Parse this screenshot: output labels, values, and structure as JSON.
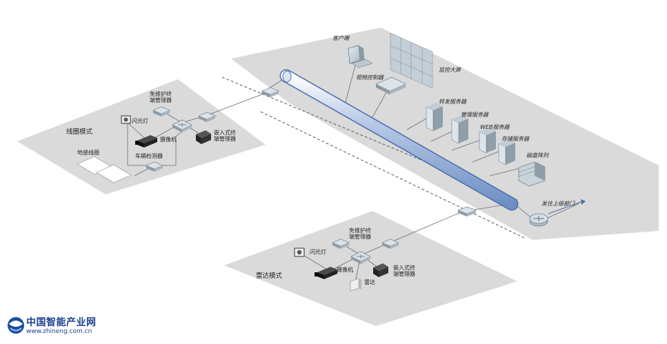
{
  "zones": {
    "server_room": {
      "client": "客户端",
      "video_controller": "视频控制器",
      "monitor_wall": "监控大屏",
      "forward_server": "转发服务器",
      "management_server": "管理服务器",
      "web_server": "WEB服务器",
      "storage_server": "存储服务器",
      "disk_array": "磁盘阵列",
      "uplink": "发往上级部门"
    },
    "loop_mode": {
      "title": "线圈模式",
      "maintenance_free_manager": "免维护终\n端管理器",
      "flash": "闪光灯",
      "camera": "摄像机",
      "embedded_manager": "嵌入式终\n端管理器",
      "ground_loop": "地感线圈",
      "vehicle_detector": "车辆检测器"
    },
    "radar_mode": {
      "title": "雷达模式",
      "maintenance_free_manager": "免维护终\n端管理器",
      "flash": "闪光灯",
      "camera": "摄像机",
      "radar": "雷达",
      "embedded_manager": "嵌入式终\n端管理器"
    }
  },
  "logo": {
    "name": "中国智能产业网",
    "url": "www.zhineng.com.cn"
  },
  "colors": {
    "platform": "#dadada",
    "device": "#c9d4dc",
    "device_dark": "#7d8f9c",
    "backbone": "#9fb6dc",
    "line": "#6a6a6a"
  }
}
